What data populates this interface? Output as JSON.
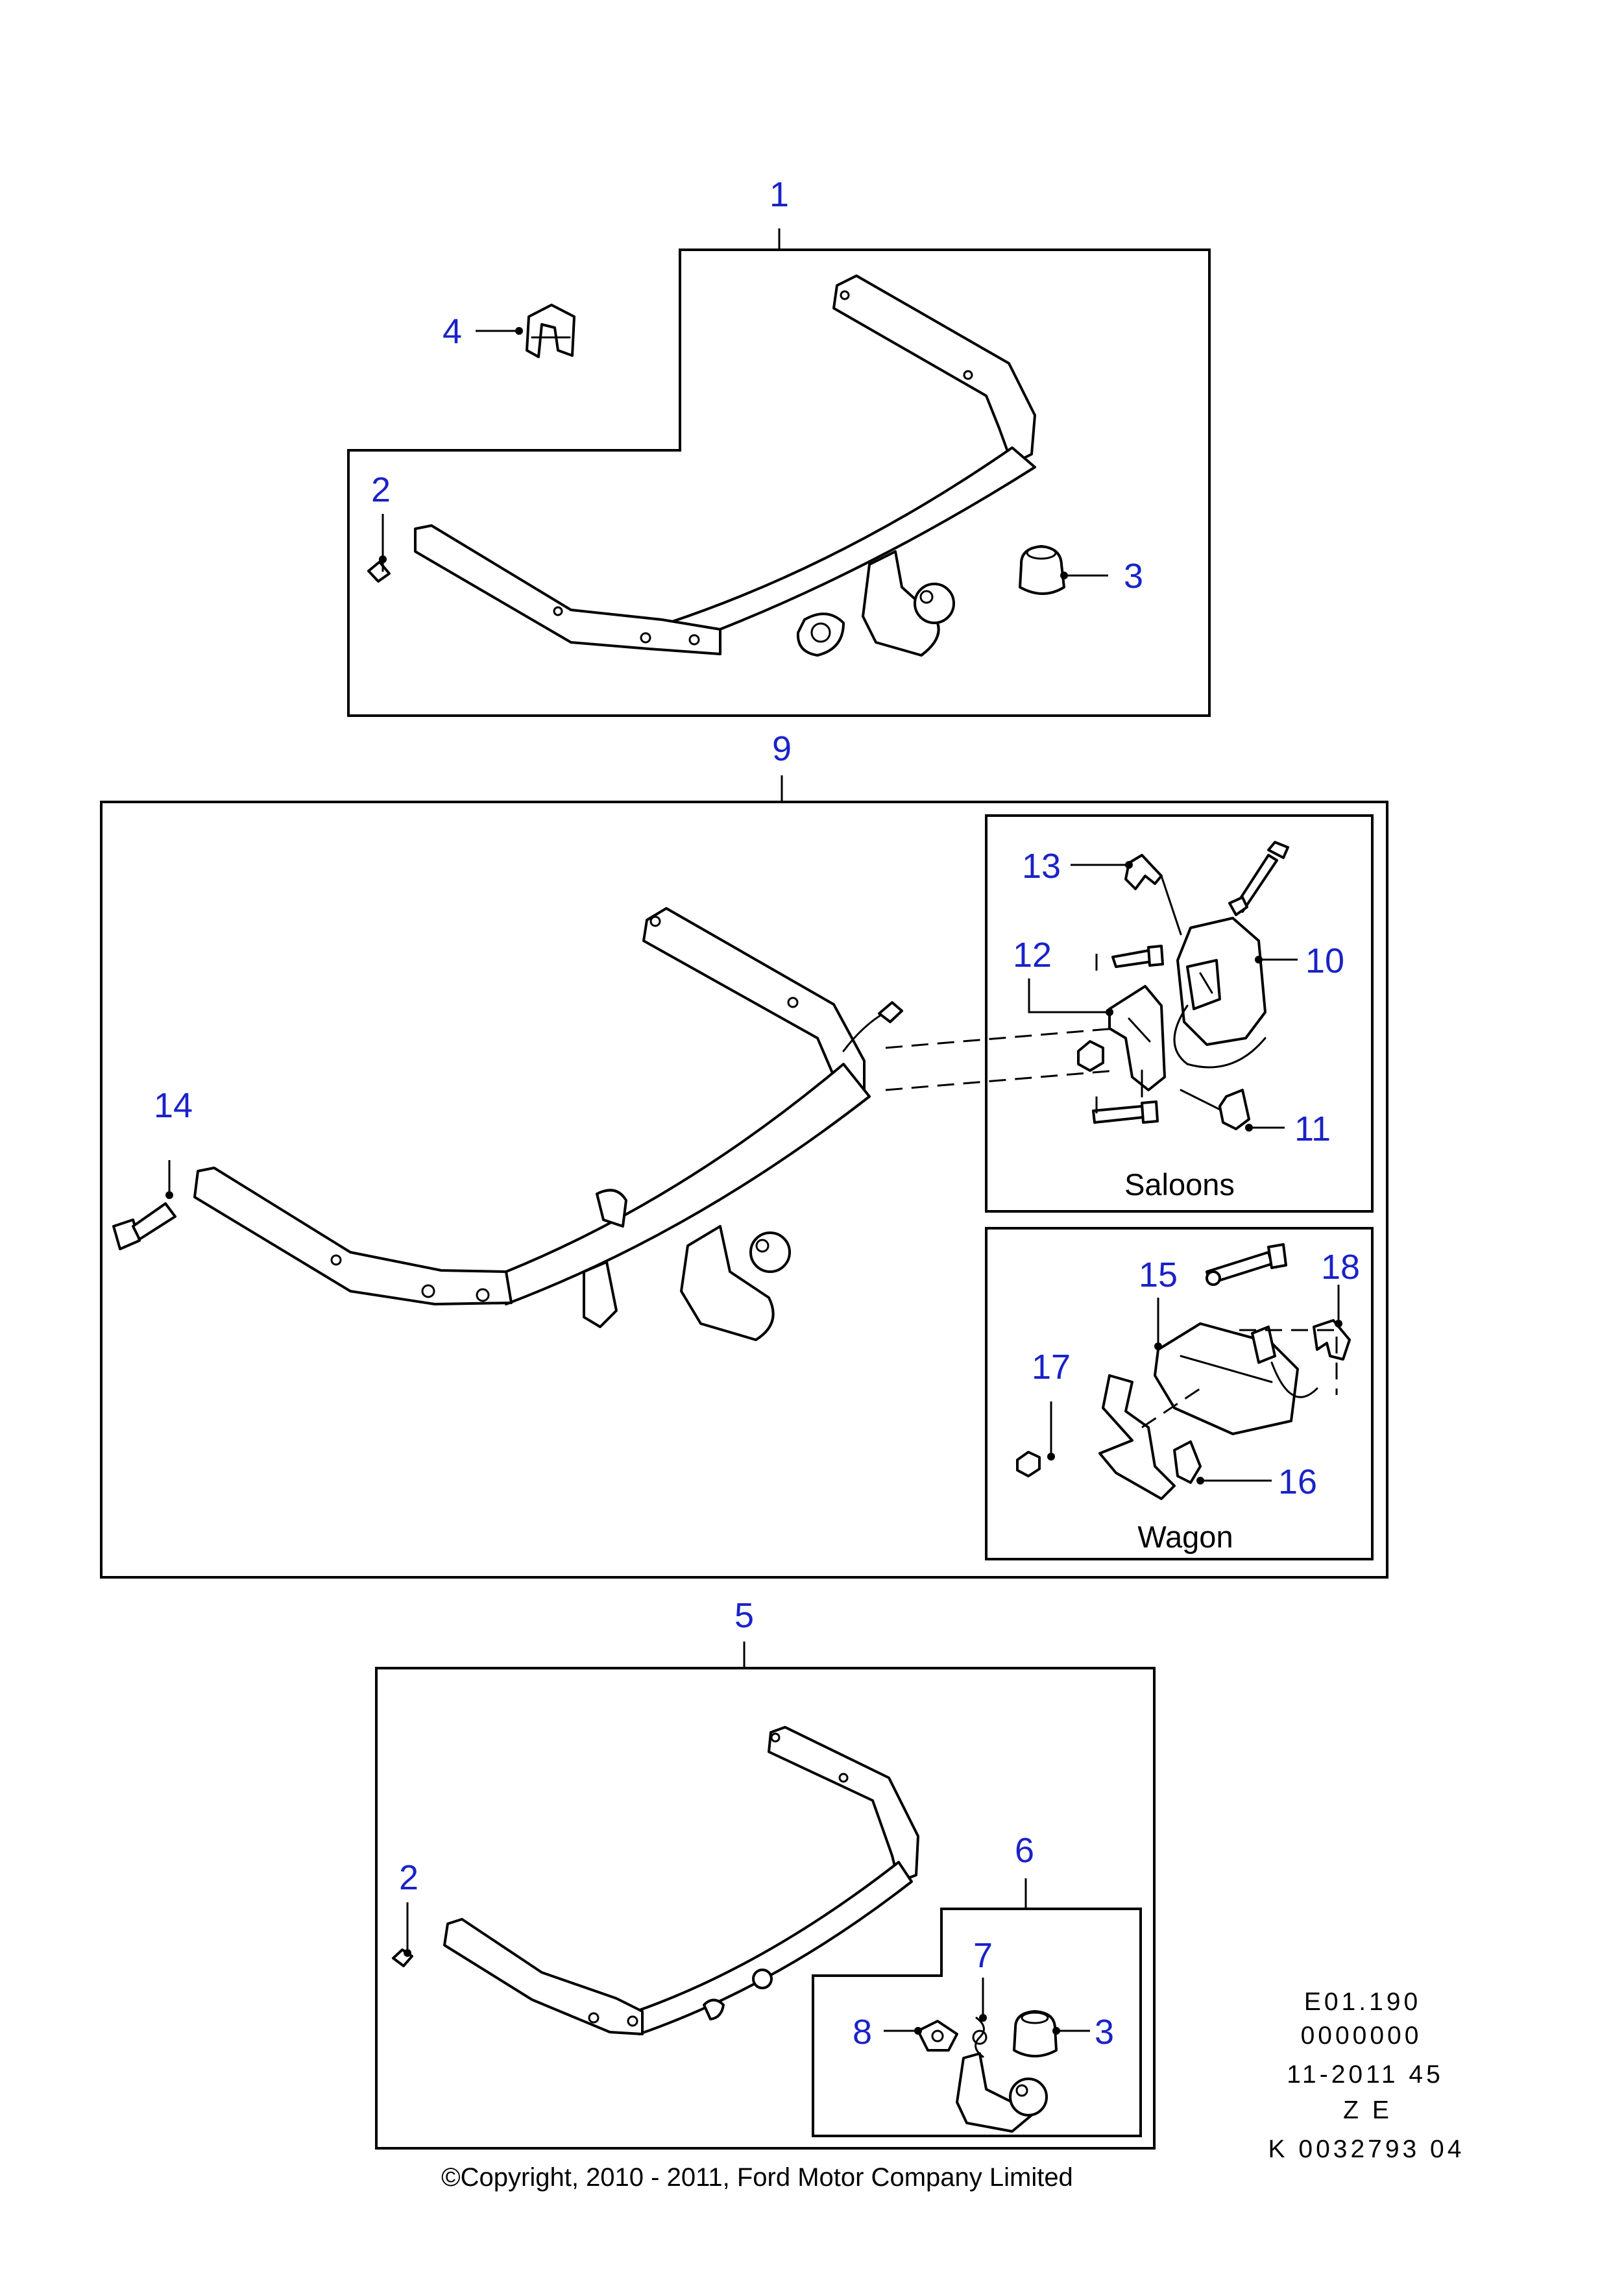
{
  "callouts": {
    "c1": "1",
    "c2a": "2",
    "c2b": "2",
    "c3a": "3",
    "c3b": "3",
    "c4": "4",
    "c5": "5",
    "c6": "6",
    "c7": "7",
    "c8": "8",
    "c9": "9",
    "c10": "10",
    "c11": "11",
    "c12": "12",
    "c13": "13",
    "c14": "14",
    "c15": "15",
    "c16": "16",
    "c17": "17",
    "c18": "18"
  },
  "variants": {
    "saloons": "Saloons",
    "wagon": "Wagon"
  },
  "reference": {
    "line1": "E01.190",
    "line2": "0000000",
    "line3": "11-2011 45",
    "line4": "Z E",
    "line5": "K 0032793 04"
  },
  "copyright": "©Copyright, 2010 - 2011, Ford Motor Company Limited",
  "colors": {
    "callout": "#1a22c8",
    "line": "#000000",
    "background": "#ffffff"
  }
}
